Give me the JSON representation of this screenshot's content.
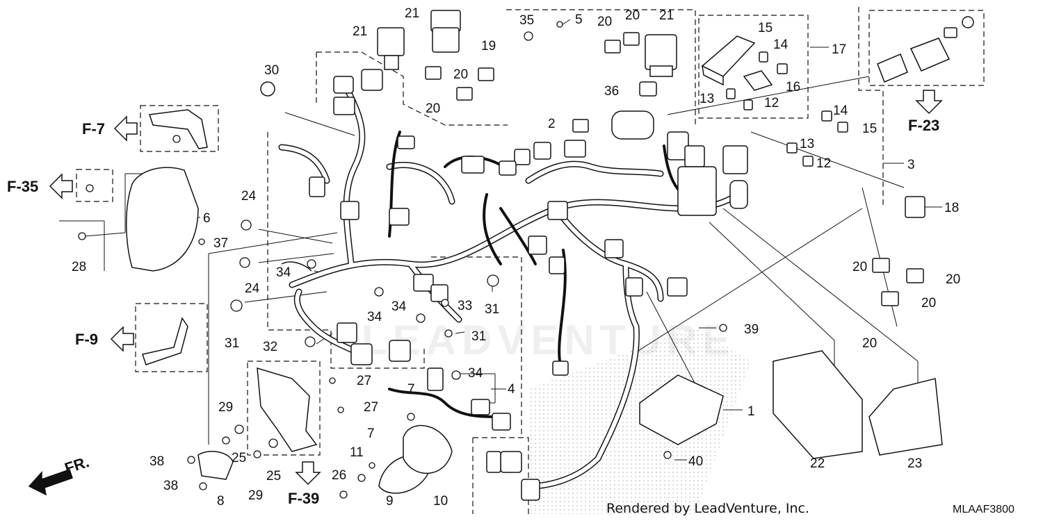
{
  "part_numbers": [
    "1",
    "2",
    "3",
    "4",
    "5",
    "6",
    "7",
    "7",
    "8",
    "9",
    "10",
    "11",
    "12",
    "12",
    "13",
    "13",
    "14",
    "14",
    "15",
    "15",
    "16",
    "17",
    "18",
    "19",
    "20",
    "20",
    "20",
    "20",
    "20",
    "20",
    "20",
    "20",
    "21",
    "21",
    "21",
    "22",
    "23",
    "24",
    "24",
    "25",
    "25",
    "26",
    "27",
    "27",
    "28",
    "29",
    "29",
    "30",
    "31",
    "31",
    "31",
    "32",
    "33",
    "34",
    "34",
    "34",
    "34",
    "35",
    "36",
    "37",
    "38",
    "38",
    "39",
    "40"
  ],
  "figure_refs": [
    "F-7",
    "F-35",
    "F-9",
    "F-39",
    "F-23"
  ],
  "direction_label": "FR.",
  "credit": "Rendered by LeadVenture, Inc.",
  "diagram_code": "MLAAF3800",
  "watermark": "LEADVENTURE",
  "colors": {
    "line": "#111111",
    "fill": "#ffffff",
    "stipple": "#bbbbbb"
  }
}
